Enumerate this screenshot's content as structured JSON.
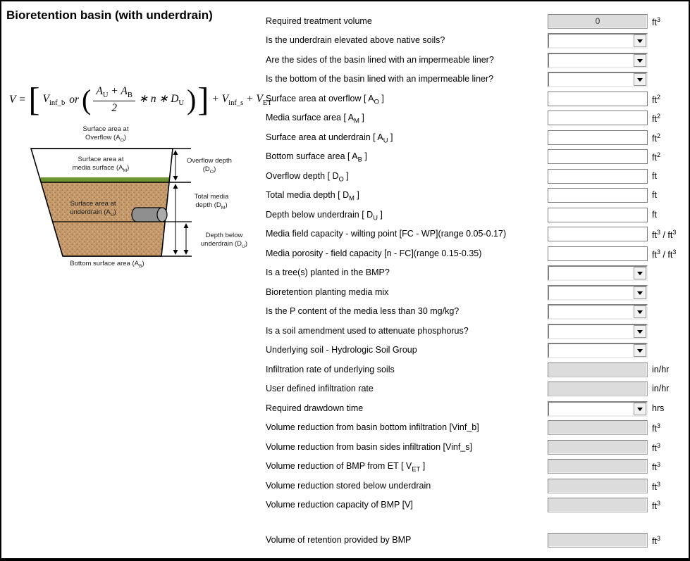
{
  "page": {
    "title": "Bioretention basin (with underdrain)"
  },
  "formula": {
    "lhs": "V =",
    "bracket_open": "[",
    "term1": "V~inf_b~",
    "or": "or",
    "paren_open": "(",
    "frac_num": "A~U~ + A~B~",
    "frac_den": "2",
    "frac_tail": "∗ n ∗ D~U~",
    "paren_close": ")",
    "bracket_close": "]",
    "tail": "+ V~inf_s~ + V~ET~"
  },
  "diagram": {
    "overflow_area_1": "Surface area at",
    "overflow_area_2": "Overflow (A~O~)",
    "media_area_1": "Surface area at",
    "media_area_2": "media surface (A~M~)",
    "underdrain_area_1": "Surface area at",
    "underdrain_area_2": "underdrain (A~U~)",
    "bottom_area": "Bottom surface area (A~B~)",
    "overflow_depth_1": "Overflow depth",
    "overflow_depth_2": "(D~O~)",
    "media_depth_1": "Total media",
    "media_depth_2": "depth (D~M~)",
    "below_depth_1": "Depth below",
    "below_depth_2": "underdrain (D~U~)",
    "colors": {
      "soil": "#c49a6c",
      "soil_speckle_dark": "#9e7343",
      "soil_speckle_light": "#e0bd92",
      "grass": "#6e9531",
      "pipe_body": "#8f8f8f",
      "pipe_cap": "#ababab"
    }
  },
  "form": {
    "rows": [
      {
        "name": "required-treatment-volume",
        "type": "readonly",
        "label": "Required treatment volume",
        "value": "0",
        "unit": "ft^3^"
      },
      {
        "name": "underdrain-elevated",
        "type": "dropdown",
        "label": "Is the underdrain elevated above native soils?",
        "value": "",
        "unit": ""
      },
      {
        "name": "sides-lined",
        "type": "dropdown",
        "label": "Are the sides of the basin lined with an impermeable liner?",
        "value": "",
        "unit": ""
      },
      {
        "name": "bottom-lined",
        "type": "dropdown",
        "label": "Is the bottom of the basin lined with an impermeable liner?",
        "value": "",
        "unit": ""
      },
      {
        "name": "surface-area-overflow",
        "type": "input",
        "label": "Surface area at overflow [ A~O~ ]",
        "value": "",
        "unit": "ft^2^"
      },
      {
        "name": "media-surface-area",
        "type": "input",
        "label": "Media surface area [ A~M~ ]",
        "value": "",
        "unit": "ft^2^"
      },
      {
        "name": "surface-area-underdrain",
        "type": "input",
        "label": "Surface area at underdrain [ A~U~ ]",
        "value": "",
        "unit": "ft^2^"
      },
      {
        "name": "bottom-surface-area",
        "type": "input",
        "label": "Bottom surface area [ A~B~ ]",
        "value": "",
        "unit": "ft^2^"
      },
      {
        "name": "overflow-depth",
        "type": "input",
        "label": "Overflow depth [ D~O~ ]",
        "value": "",
        "unit": "ft"
      },
      {
        "name": "total-media-depth",
        "type": "input",
        "label": "Total media depth [ D~M~ ]",
        "value": "",
        "unit": "ft"
      },
      {
        "name": "depth-below-underdrain",
        "type": "input",
        "label": "Depth below underdrain [ D~U~ ]",
        "value": "",
        "unit": "ft"
      },
      {
        "name": "media-field-capacity",
        "type": "input",
        "label": "Media field capacity - wilting point [FC - WP](range 0.05-0.17)",
        "value": "",
        "unit": "ft^3^ / ft^3^"
      },
      {
        "name": "media-porosity",
        "type": "input",
        "label": "Media porosity - field capacity [n - FC](range 0.15-0.35)",
        "value": "",
        "unit": "ft^3^ / ft^3^"
      },
      {
        "name": "tree-planted",
        "type": "dropdown",
        "label": "Is a tree(s) planted in the BMP?",
        "value": "",
        "unit": ""
      },
      {
        "name": "planting-media-mix",
        "type": "dropdown",
        "label": "Bioretention planting media mix",
        "value": "",
        "unit": ""
      },
      {
        "name": "p-content",
        "type": "dropdown",
        "label": "Is the P content of the media less than 30 mg/kg?",
        "value": "",
        "unit": ""
      },
      {
        "name": "soil-amendment",
        "type": "dropdown",
        "label": "Is a soil amendment used to attenuate phosphorus?",
        "value": "",
        "unit": ""
      },
      {
        "name": "hydrologic-soil-group",
        "type": "dropdown",
        "label": "Underlying soil - Hydrologic Soil Group",
        "value": "",
        "unit": ""
      },
      {
        "name": "infiltration-rate-underlying",
        "type": "readonly",
        "label": "Infiltration rate of underlying soils",
        "value": "",
        "unit": "in/hr"
      },
      {
        "name": "user-defined-infiltration-rate",
        "type": "readonly",
        "label": "User defined infiltration rate",
        "value": "",
        "unit": "in/hr"
      },
      {
        "name": "required-drawdown-time",
        "type": "dropdown",
        "label": "Required drawdown time",
        "value": "",
        "unit": "hrs"
      },
      {
        "name": "vol-reduction-bottom-infiltration",
        "type": "readonly",
        "label": "Volume reduction from basin bottom infiltration [Vinf_b]",
        "value": "",
        "unit": "ft^3^"
      },
      {
        "name": "vol-reduction-sides-infiltration",
        "type": "readonly",
        "label": "Volume reduction from basin sides infiltration [Vinf_s]",
        "value": "",
        "unit": "ft^3^"
      },
      {
        "name": "vol-reduction-et",
        "type": "readonly",
        "label": "Volume reduction of BMP from ET [ V~ET~ ]",
        "value": "",
        "unit": "ft^3^"
      },
      {
        "name": "vol-stored-below-underdrain",
        "type": "readonly",
        "label": "Volume reduction stored below underdrain",
        "value": "",
        "unit": "ft^3^"
      },
      {
        "name": "vol-reduction-capacity",
        "type": "readonly",
        "label": "Volume reduction capacity of BMP [V]",
        "value": "",
        "unit": "ft^3^"
      },
      {
        "name": "vol-retention-provided",
        "type": "readonly",
        "label": "Volume of retention provided by BMP",
        "value": "",
        "unit": "ft^3^"
      }
    ]
  }
}
